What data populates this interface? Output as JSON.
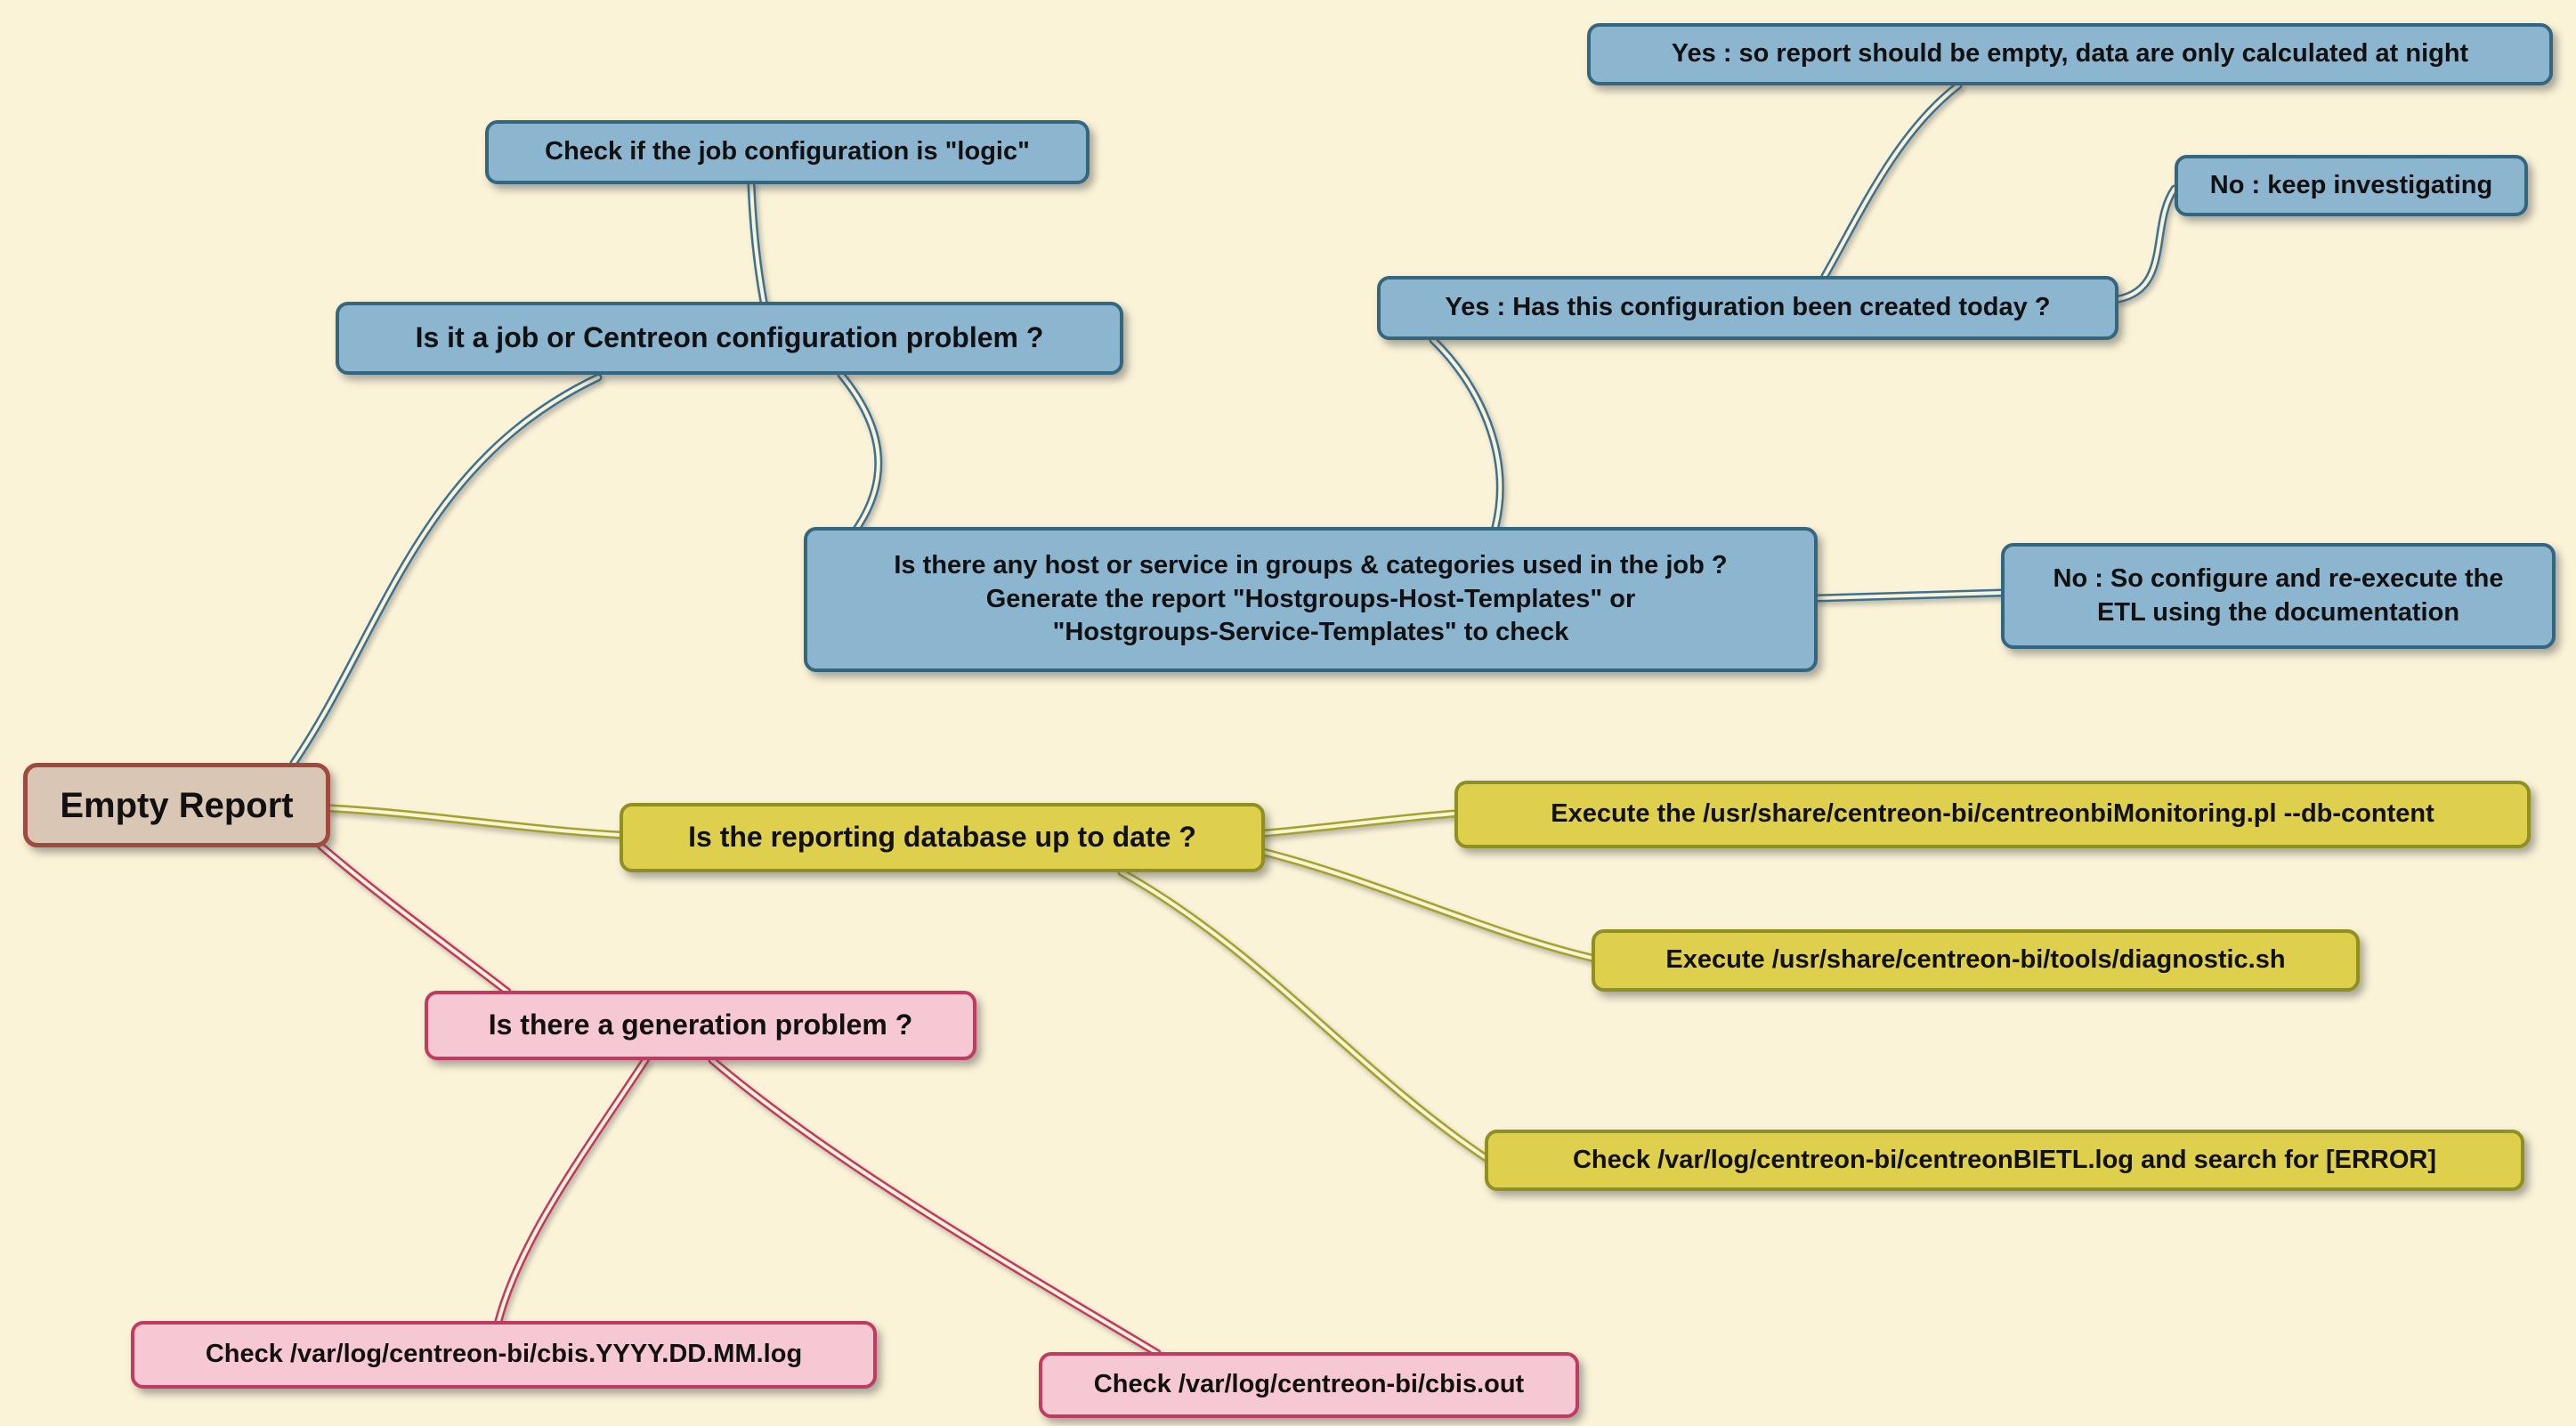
{
  "colors": {
    "background": "#FAF3D8",
    "blue_fill": "#8CB5D0",
    "blue_border": "#34677F",
    "blue_edge": "#3E7190",
    "root_fill": "#DAC6B4",
    "root_border": "#9E4A3F",
    "yellow_fill": "#DECF4D",
    "yellow_border": "#8F9023",
    "yellow_edge": "#A3A32C",
    "pink_fill": "#F6C8D4",
    "pink_border": "#C23A61",
    "pink_edge": "#C23A61"
  },
  "nodes": {
    "root": {
      "label": "Empty Report"
    },
    "job_config": {
      "label": "Is it a job or Centreon configuration problem ?"
    },
    "check_logic": {
      "label": "Check if the job configuration is \"logic\""
    },
    "hostgroups": {
      "label": "Is there any host or service in groups & categories used in the job ?\nGenerate the report \"Hostgroups-Host-Templates\" or\n\"Hostgroups-Service-Templates\" to check"
    },
    "config_today": {
      "label": "Yes : Has this configuration been created today ?"
    },
    "report_empty": {
      "label": "Yes : so report should be empty, data are only calculated at night"
    },
    "keep_investigating": {
      "label": "No : keep investigating"
    },
    "configure_etl": {
      "label": "No : So configure and re-execute the\nETL using the documentation"
    },
    "db_up_to_date": {
      "label": "Is the reporting database up to date ?"
    },
    "exec_monitoring": {
      "label": "Execute the /usr/share/centreon-bi/centreonbiMonitoring.pl --db-content"
    },
    "exec_diagnostic": {
      "label": "Execute /usr/share/centreon-bi/tools/diagnostic.sh"
    },
    "check_bietl": {
      "label": "Check /var/log/centreon-bi/centreonBIETL.log and search for [ERROR]"
    },
    "generation_problem": {
      "label": "Is there a generation problem ?"
    },
    "check_cbis_log": {
      "label": "Check /var/log/centreon-bi/cbis.YYYY.DD.MM.log"
    },
    "check_cbis_out": {
      "label": "Check /var/log/centreon-bi/cbis.out"
    }
  }
}
